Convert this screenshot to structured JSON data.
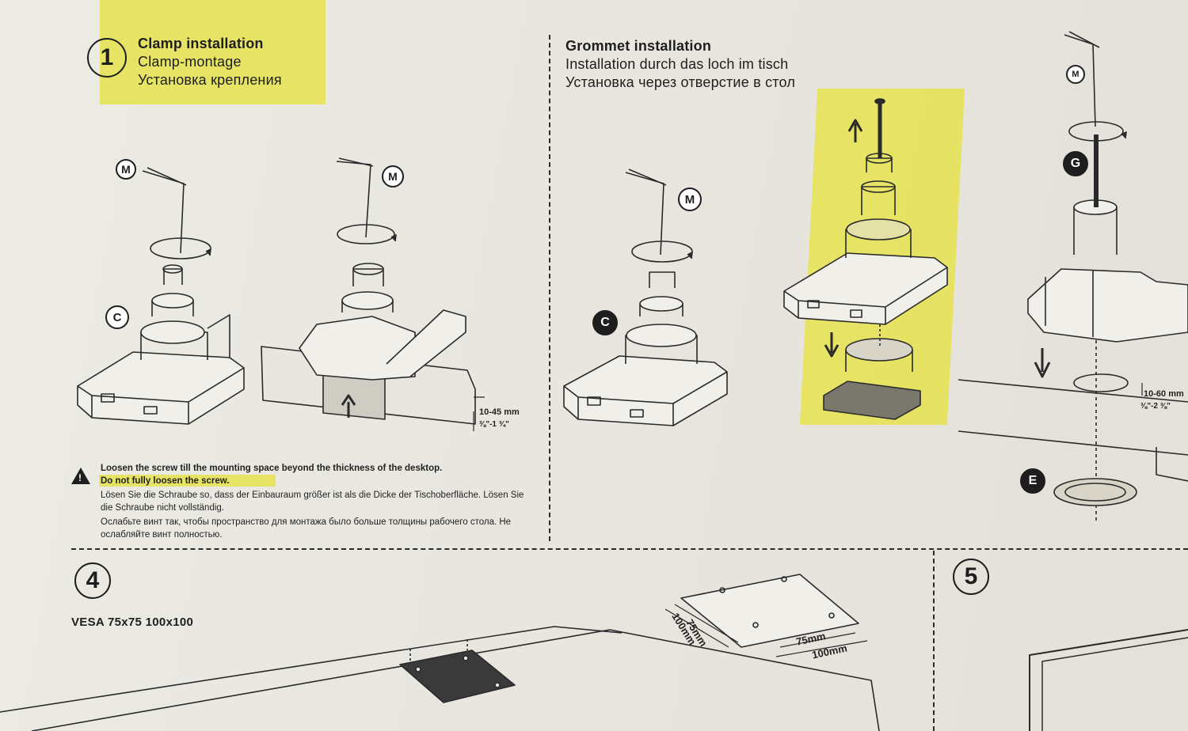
{
  "step1": {
    "number": "1",
    "title_en": "Clamp installation",
    "title_de": "Clamp-montage",
    "title_ru": "Установка крепления",
    "warning_en_1": "Loosen the screw till the mounting space beyond the thickness of the desktop.",
    "warning_en_2": "Do not fully loosen the screw.",
    "warning_de": "Lösen Sie die Schraube so, dass der Einbauraum größer ist als die Dicke der Tischoberfläche. Lösen Sie die Schraube nicht vollständig.",
    "warning_ru": "Ослабьте винт так, чтобы пространство для монтажа было больше толщины рабочего стола. Не ослабляйте винт полностью.",
    "range_mm": "10-45 mm",
    "range_in": "⅜\"-1 ¾\""
  },
  "step2": {
    "title_en": "Grommet installation",
    "title_de": "Installation durch das loch im tisch",
    "title_ru": "Установка через отверстие в стол",
    "range_mm": "10-60 mm",
    "range_in": "⅜\"-2 ⅜\""
  },
  "parts": {
    "m": "M",
    "c": "C",
    "g": "G",
    "e": "E"
  },
  "step4": {
    "number": "4",
    "vesa": "VESA 75x75 100x100",
    "dim_75_a": "75mm",
    "dim_100_a": "100mm",
    "dim_75_b": "75mm",
    "dim_100_b": "100mm"
  },
  "step5": {
    "number": "5"
  },
  "colors": {
    "highlight": "#e6e34f",
    "ink": "#1e1e1e",
    "paper": "#ebe9e2"
  }
}
